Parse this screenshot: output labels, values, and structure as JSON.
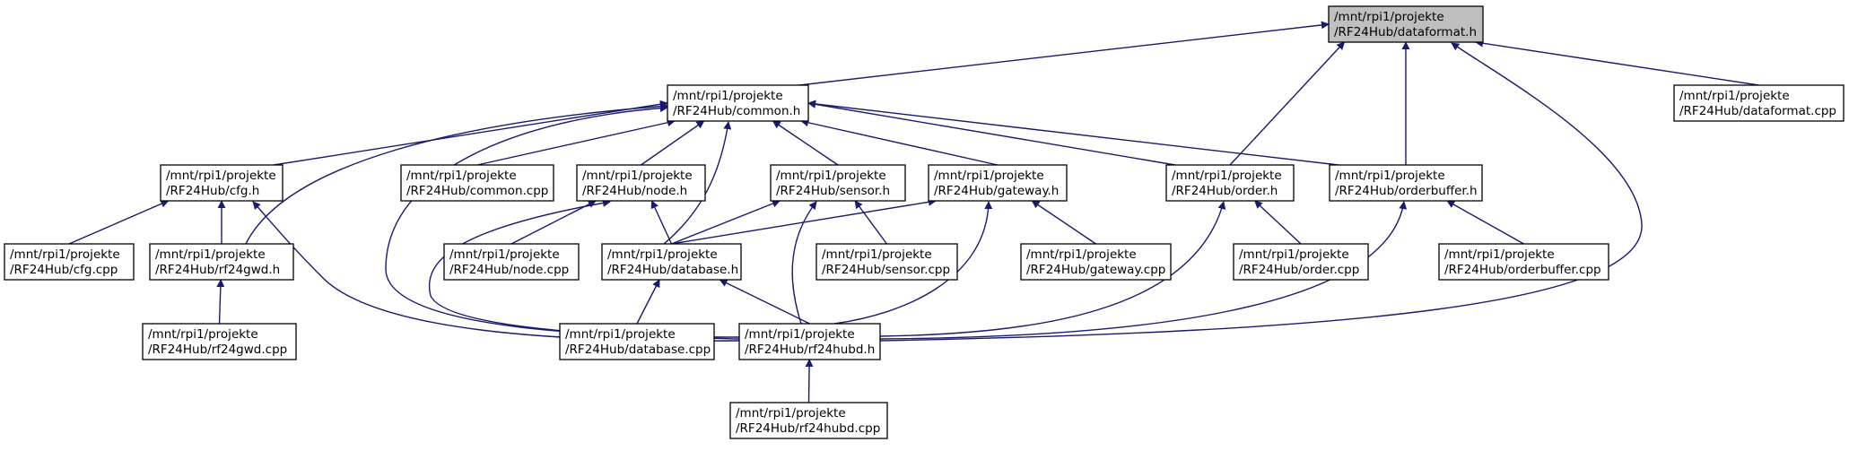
{
  "colors": {
    "edge": "#191970",
    "node_fill": "#ffffff",
    "highlight_fill": "#bfbfbf",
    "border": "#000000"
  },
  "nodes": {
    "dataformat_h": {
      "line1": "/mnt/rpi1/projekte",
      "line2": "/RF24Hub/dataformat.h"
    },
    "common_h": {
      "line1": "/mnt/rpi1/projekte",
      "line2": "/RF24Hub/common.h"
    },
    "dataformat_cpp": {
      "line1": "/mnt/rpi1/projekte",
      "line2": "/RF24Hub/dataformat.cpp"
    },
    "cfg_h": {
      "line1": "/mnt/rpi1/projekte",
      "line2": "/RF24Hub/cfg.h"
    },
    "common_cpp": {
      "line1": "/mnt/rpi1/projekte",
      "line2": "/RF24Hub/common.cpp"
    },
    "node_h": {
      "line1": "/mnt/rpi1/projekte",
      "line2": "/RF24Hub/node.h"
    },
    "sensor_h": {
      "line1": "/mnt/rpi1/projekte",
      "line2": "/RF24Hub/sensor.h"
    },
    "gateway_h": {
      "line1": "/mnt/rpi1/projekte",
      "line2": "/RF24Hub/gateway.h"
    },
    "order_h": {
      "line1": "/mnt/rpi1/projekte",
      "line2": "/RF24Hub/order.h"
    },
    "orderbuffer_h": {
      "line1": "/mnt/rpi1/projekte",
      "line2": "/RF24Hub/orderbuffer.h"
    },
    "cfg_cpp": {
      "line1": "/mnt/rpi1/projekte",
      "line2": "/RF24Hub/cfg.cpp"
    },
    "rf24gwd_h": {
      "line1": "/mnt/rpi1/projekte",
      "line2": "/RF24Hub/rf24gwd.h"
    },
    "node_cpp": {
      "line1": "/mnt/rpi1/projekte",
      "line2": "/RF24Hub/node.cpp"
    },
    "database_h": {
      "line1": "/mnt/rpi1/projekte",
      "line2": "/RF24Hub/database.h"
    },
    "sensor_cpp": {
      "line1": "/mnt/rpi1/projekte",
      "line2": "/RF24Hub/sensor.cpp"
    },
    "gateway_cpp": {
      "line1": "/mnt/rpi1/projekte",
      "line2": "/RF24Hub/gateway.cpp"
    },
    "order_cpp": {
      "line1": "/mnt/rpi1/projekte",
      "line2": "/RF24Hub/order.cpp"
    },
    "orderbuffer_cpp": {
      "line1": "/mnt/rpi1/projekte",
      "line2": "/RF24Hub/orderbuffer.cpp"
    },
    "rf24gwd_cpp": {
      "line1": "/mnt/rpi1/projekte",
      "line2": "/RF24Hub/rf24gwd.cpp"
    },
    "database_cpp": {
      "line1": "/mnt/rpi1/projekte",
      "line2": "/RF24Hub/database.cpp"
    },
    "rf24hubd_h": {
      "line1": "/mnt/rpi1/projekte",
      "line2": "/RF24Hub/rf24hubd.h"
    },
    "rf24hubd_cpp": {
      "line1": "/mnt/rpi1/projekte",
      "line2": "/RF24Hub/rf24hubd.cpp"
    }
  },
  "edges": [
    {
      "from": "common_h",
      "to": "dataformat_h"
    },
    {
      "from": "dataformat_cpp",
      "to": "dataformat_h"
    },
    {
      "from": "order_h",
      "to": "dataformat_h"
    },
    {
      "from": "orderbuffer_h",
      "to": "dataformat_h"
    },
    {
      "from": "rf24hubd_h",
      "to": "dataformat_h"
    },
    {
      "from": "cfg_h",
      "to": "common_h"
    },
    {
      "from": "common_cpp",
      "to": "common_h"
    },
    {
      "from": "node_h",
      "to": "common_h"
    },
    {
      "from": "sensor_h",
      "to": "common_h"
    },
    {
      "from": "gateway_h",
      "to": "common_h"
    },
    {
      "from": "order_h",
      "to": "common_h"
    },
    {
      "from": "orderbuffer_h",
      "to": "common_h"
    },
    {
      "from": "rf24gwd_h",
      "to": "common_h"
    },
    {
      "from": "database_h",
      "to": "common_h"
    },
    {
      "from": "rf24hubd_h",
      "to": "common_h"
    },
    {
      "from": "cfg_cpp",
      "to": "cfg_h"
    },
    {
      "from": "rf24gwd_h",
      "to": "cfg_h"
    },
    {
      "from": "rf24hubd_h",
      "to": "cfg_h"
    },
    {
      "from": "rf24gwd_cpp",
      "to": "rf24gwd_h"
    },
    {
      "from": "node_cpp",
      "to": "node_h"
    },
    {
      "from": "database_h",
      "to": "node_h"
    },
    {
      "from": "rf24hubd_h",
      "to": "node_h"
    },
    {
      "from": "database_h",
      "to": "sensor_h"
    },
    {
      "from": "sensor_cpp",
      "to": "sensor_h"
    },
    {
      "from": "rf24hubd_h",
      "to": "sensor_h"
    },
    {
      "from": "database_h",
      "to": "gateway_h"
    },
    {
      "from": "gateway_cpp",
      "to": "gateway_h"
    },
    {
      "from": "rf24hubd_h",
      "to": "gateway_h"
    },
    {
      "from": "database_cpp",
      "to": "database_h"
    },
    {
      "from": "rf24hubd_h",
      "to": "database_h"
    },
    {
      "from": "order_cpp",
      "to": "order_h"
    },
    {
      "from": "rf24hubd_h",
      "to": "order_h"
    },
    {
      "from": "orderbuffer_cpp",
      "to": "orderbuffer_h"
    },
    {
      "from": "rf24hubd_h",
      "to": "orderbuffer_h"
    },
    {
      "from": "rf24hubd_cpp",
      "to": "rf24hubd_h"
    }
  ]
}
